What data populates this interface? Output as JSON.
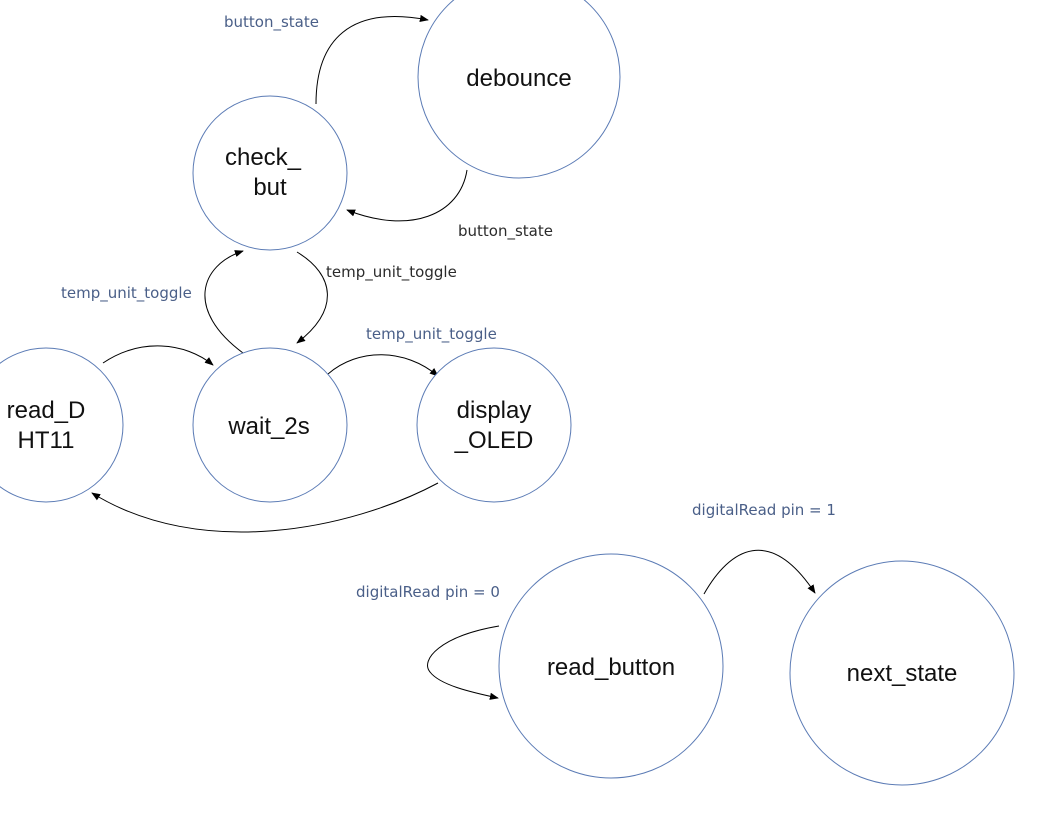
{
  "colors": {
    "state_stroke": "#5b7bb5",
    "label_blue": "#4a5f88",
    "label_dark": "#2b2b2b"
  },
  "states": {
    "debounce": {
      "lines": [
        "debounce"
      ]
    },
    "check_but": {
      "lines": [
        "check_",
        "but"
      ]
    },
    "read_dht11": {
      "lines": [
        "read_D",
        "HT11"
      ]
    },
    "wait_2s": {
      "lines": [
        "wait_2s"
      ]
    },
    "display_oled": {
      "lines": [
        "display",
        "_OLED"
      ]
    },
    "read_button": {
      "lines": [
        "read_button"
      ]
    },
    "next_state": {
      "lines": [
        "next_state"
      ]
    }
  },
  "transitions": {
    "check_to_debounce": "button_state",
    "debounce_to_check": "button_state",
    "check_to_wait": "temp_unit_toggle",
    "wait_to_check": "temp_unit_toggle",
    "wait_to_display": "temp_unit_toggle",
    "read_button_self": "digitalRead pin = 0",
    "read_button_to_next": "digitalRead pin = 1"
  }
}
